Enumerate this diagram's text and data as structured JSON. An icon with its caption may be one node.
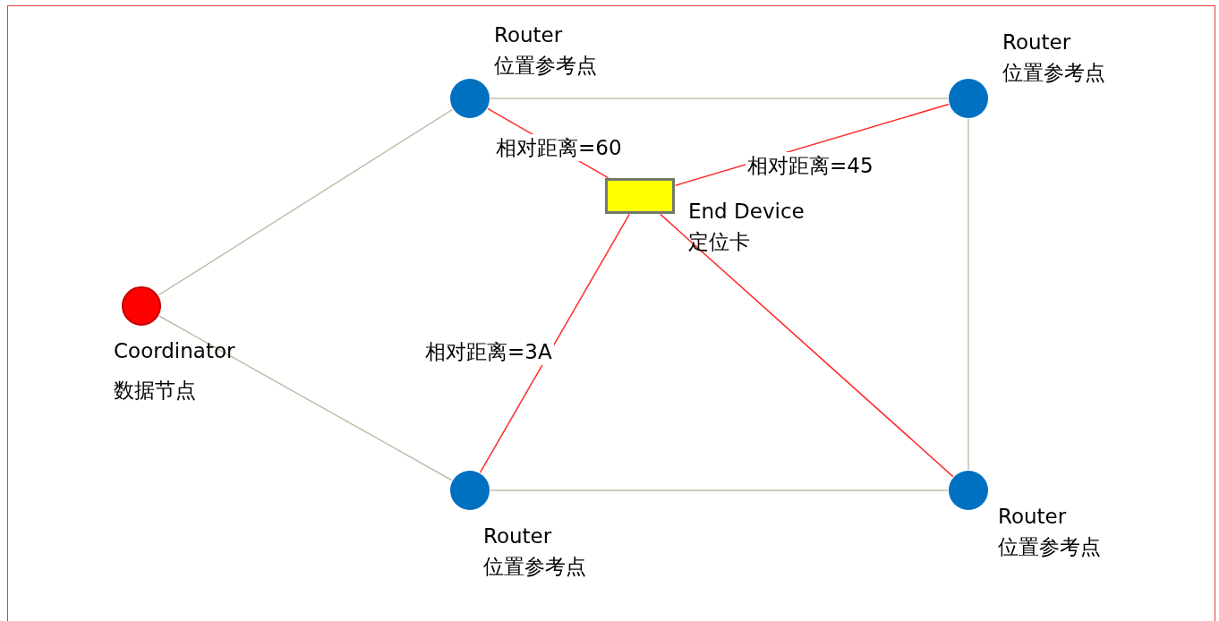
{
  "diagram": {
    "nodes": [
      {
        "text": [
          "Router",
          "位置参考点"
        ]
      },
      {
        "text": [
          "Router",
          "位置参考点"
        ]
      },
      {
        "text": [
          "Coordinator",
          "数据节点"
        ]
      },
      {
        "text": [
          "End Device",
          "定位卡"
        ]
      },
      {
        "text": [
          "Router",
          "位置参考点"
        ]
      },
      {
        "text": [
          "Router",
          "位置参考点"
        ]
      }
    ],
    "edges": [
      {
        "from": 0,
        "to": 1,
        "arrow": "none"
      },
      {
        "from": 2,
        "to": 0,
        "arrow": "none"
      },
      {
        "from": 2,
        "to": 4,
        "arrow": "none"
      },
      {
        "from": 4,
        "to": 5,
        "arrow": "none"
      },
      {
        "from": 1,
        "to": 5,
        "arrow": "none"
      },
      {
        "from": 3,
        "to": 0,
        "arrow": "none",
        "label": "相对距离=60",
        "color": "#ff2b2b"
      },
      {
        "from": 3,
        "to": 1,
        "arrow": "none",
        "label": "相对距离=45",
        "color": "#ff2b2b"
      },
      {
        "from": 3,
        "to": 4,
        "arrow": "none",
        "label": "相对距离=3A",
        "color": "#ff2b2b"
      },
      {
        "from": 3,
        "to": 5,
        "arrow": "none",
        "color": "#ff2b2b"
      }
    ]
  }
}
